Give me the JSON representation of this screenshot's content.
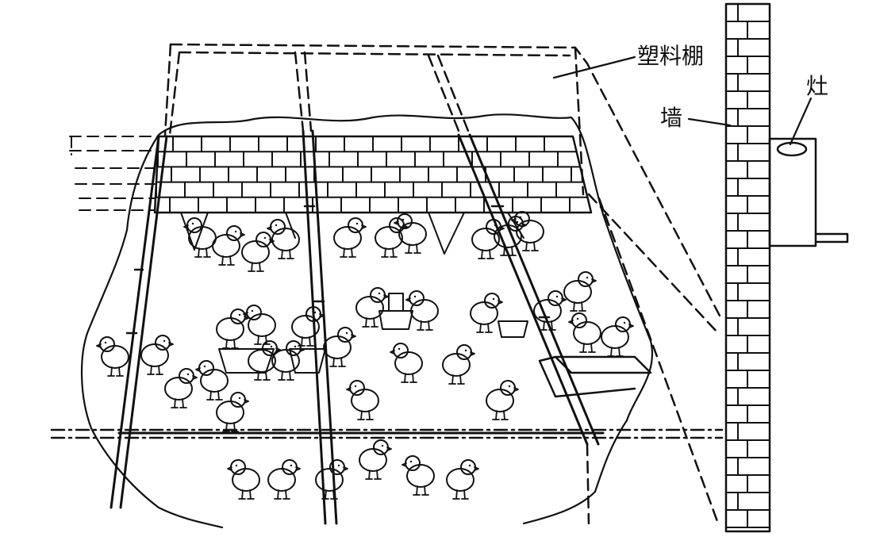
{
  "labels": {
    "plastic_shed": "塑料棚",
    "wall": "墙",
    "stove": "灶"
  }
}
